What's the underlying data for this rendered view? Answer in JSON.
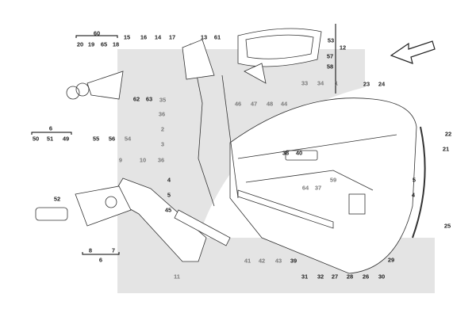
{
  "diagram": {
    "title": "Door parts exploded view",
    "labels": {
      "l60": "60",
      "l20": "20",
      "l19": "19",
      "l65": "65",
      "l18": "18",
      "l15": "15",
      "l16": "16",
      "l14": "14",
      "l17": "17",
      "l13": "13",
      "l61": "61",
      "l53": "53",
      "l12": "12",
      "l57": "57",
      "l58": "58",
      "l62": "62",
      "l63": "63",
      "l35": "35",
      "l36a": "36",
      "l2": "2",
      "l3": "3",
      "l33": "33",
      "l34": "34",
      "l1": "1",
      "l23": "23",
      "l24": "24",
      "l46": "46",
      "l47": "47",
      "l48": "48",
      "l44": "44",
      "l6a": "6",
      "l50": "50",
      "l51": "51",
      "l49": "49",
      "l55": "55",
      "l56": "56",
      "l54": "54",
      "l9": "9",
      "l10": "10",
      "l36b": "36",
      "l22": "22",
      "l21": "21",
      "l38": "38",
      "l40": "40",
      "l4a": "4",
      "l5a": "5",
      "l59": "59",
      "l64": "64",
      "l37": "37",
      "l5b": "5",
      "l4b": "4",
      "l52": "52",
      "l45": "45",
      "l25": "25",
      "l8": "8",
      "l7": "7",
      "l6b": "6",
      "l11": "11",
      "l41": "41",
      "l42": "42",
      "l43": "43",
      "l39": "39",
      "l29": "29",
      "l31": "31",
      "l32": "32",
      "l27": "27",
      "l28": "28",
      "l26": "26",
      "l30": "30"
    },
    "colors": {
      "watermark": "#e4e4e4",
      "line": "#333333"
    }
  }
}
